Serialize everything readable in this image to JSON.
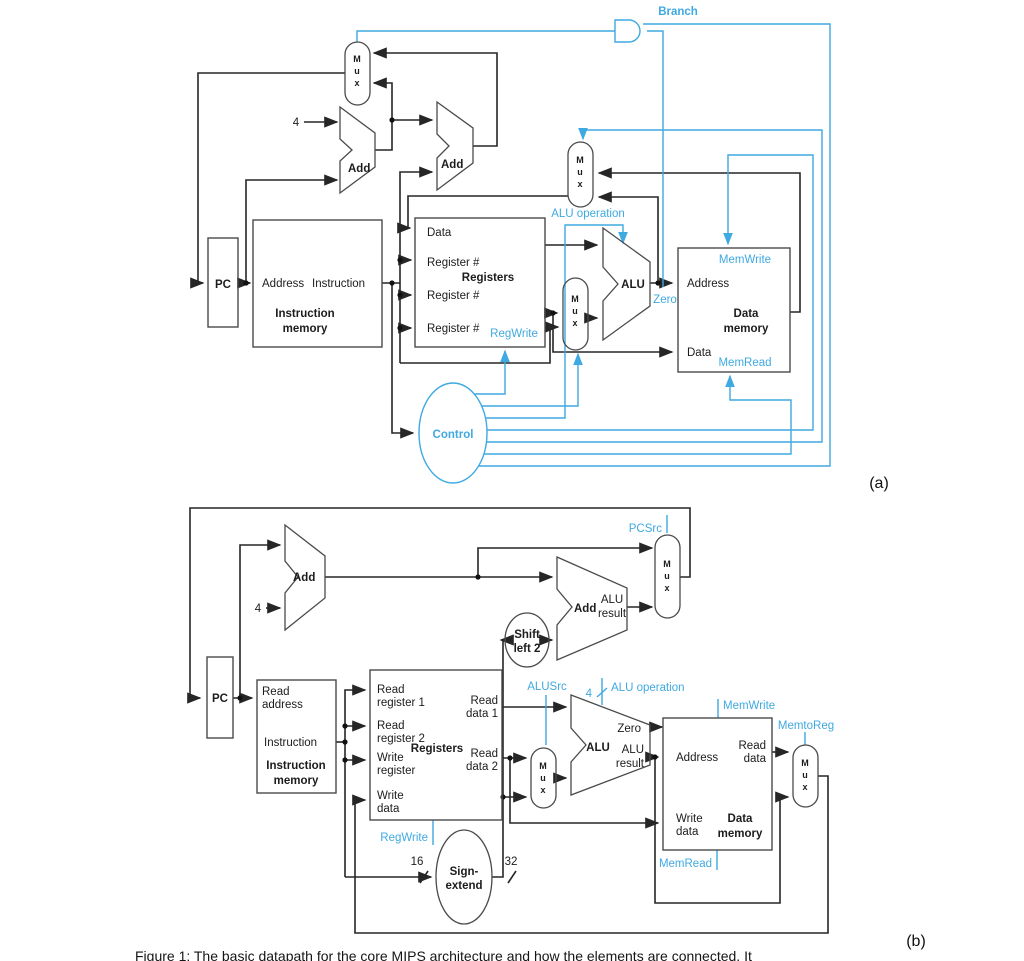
{
  "theme": {
    "accent_blue": "#3fa9e1",
    "ink": "#1c1c1c",
    "background": "#ffffff"
  },
  "mux": {
    "l1": "M",
    "l2": "u",
    "l3": "x"
  },
  "figure": {
    "caption": "Figure 1: The basic datapath for the core MIPS architecture and how the elements are connected. It",
    "label_a": "(a)",
    "label_b": "(b)"
  },
  "a": {
    "branch": "Branch",
    "add1": "Add",
    "add2": "Add",
    "four": "4",
    "pc": "PC",
    "im_address": "Address",
    "im_instruction": "Instruction",
    "im_name1": "Instruction",
    "im_name2": "memory",
    "reg_data": "Data",
    "reg_r1": "Register #",
    "reg_r2": "Register #",
    "reg_r3": "Register #",
    "registers": "Registers",
    "regwrite": "RegWrite",
    "alu_operation": "ALU operation",
    "alu": "ALU",
    "zero": "Zero",
    "memwrite": "MemWrite",
    "dm_address": "Address",
    "dm_name1": "Data",
    "dm_name2": "memory",
    "dm_data": "Data",
    "memread": "MemRead",
    "control": "Control"
  },
  "b": {
    "pcsrc": "PCSrc",
    "add1": "Add",
    "four": "4",
    "pc": "PC",
    "im_read": "Read",
    "im_addr": "address",
    "im_instruction": "Instruction",
    "im_name1": "Instruction",
    "im_name2": "memory",
    "rr1a": "Read",
    "rr1b": "register 1",
    "rr2a": "Read",
    "rr2b": "register 2",
    "wra": "Write",
    "wrb": "register",
    "wda": "Write",
    "wdb": "data",
    "registers": "Registers",
    "rd1a": "Read",
    "rd1b": "data 1",
    "rd2a": "Read",
    "rd2b": "data 2",
    "regwrite": "RegWrite",
    "sixteen": "16",
    "thirtytwo": "32",
    "sign1": "Sign-",
    "sign2": "extend",
    "shift1": "Shift",
    "shift2": "left 2",
    "add2": "Add",
    "add2res1": "ALU",
    "add2res2": "result",
    "alusrc": "ALUSrc",
    "four_blue": "4",
    "alu_operation": "ALU operation",
    "alu": "ALU",
    "zero": "Zero",
    "alures1": "ALU",
    "alures2": "result",
    "dm_address": "Address",
    "dm_rd1": "Read",
    "dm_rd2": "data",
    "dm_wd1": "Write",
    "dm_wd2": "data",
    "dm_n1": "Data",
    "dm_n2": "memory",
    "memwrite": "MemWrite",
    "memread": "MemRead",
    "memtoreg": "MemtoReg"
  }
}
